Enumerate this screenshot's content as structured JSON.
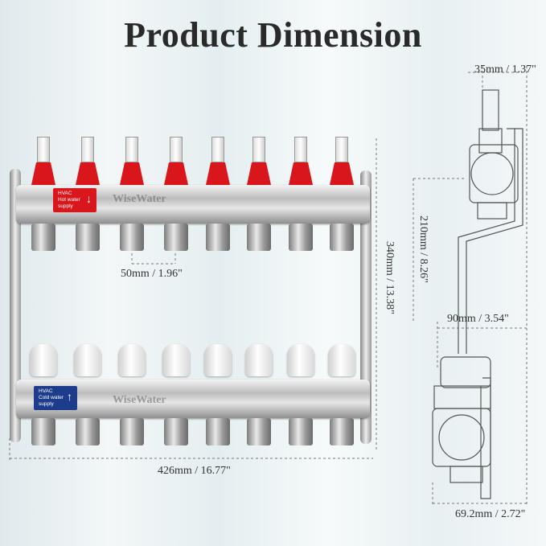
{
  "title": "Product Dimension",
  "brand": "WiseWater",
  "labels": {
    "hot": {
      "line1": "HVAC",
      "line2": "Hot water",
      "line3": "supply",
      "arrow": "↓",
      "color": "#d8161c"
    },
    "cold": {
      "line1": "HVAC",
      "line2": "Cold water",
      "line3": "supply",
      "arrow": "↑",
      "color": "#1e3c8c"
    }
  },
  "dimensions": {
    "top_width": "35mm / 1.37\"",
    "spacing": "50mm / 1.96\"",
    "height": "340mm / 13.38\"",
    "outlet_height": "210mm / 8.26\"",
    "depth": "90mm / 3.54\"",
    "width": "426mm / 16.77\"",
    "bottom_width": "69.2mm / 2.72\""
  },
  "colors": {
    "flowmeter_red": "#d8161c",
    "cap_white": "#f5f5f5",
    "brass": "#c9a24a"
  },
  "loops": 8
}
